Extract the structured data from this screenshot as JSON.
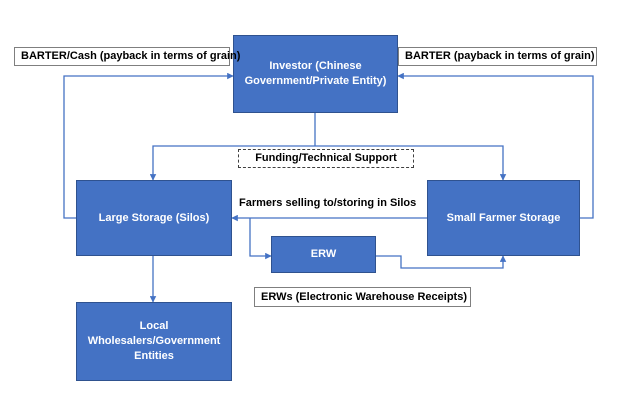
{
  "nodes": {
    "investor": "Investor (Chinese Government/Private Entity)",
    "large_storage": "Large Storage (Silos)",
    "small_farmer": "Small Farmer Storage",
    "erw": "ERW",
    "wholesalers": "Local Wholesalers/Government Entities"
  },
  "labels": {
    "barter_cash": "BARTER/Cash (payback in terms of grain)",
    "barter": "BARTER (payback in terms of grain)",
    "funding": "Funding/Technical Support",
    "farmers_selling": "Farmers selling to/storing in Silos",
    "erws": "ERWs (Electronic Warehouse Receipts)"
  },
  "colors": {
    "box_fill": "#4472c4",
    "box_border": "#2f528f",
    "connector": "#4472c4"
  }
}
